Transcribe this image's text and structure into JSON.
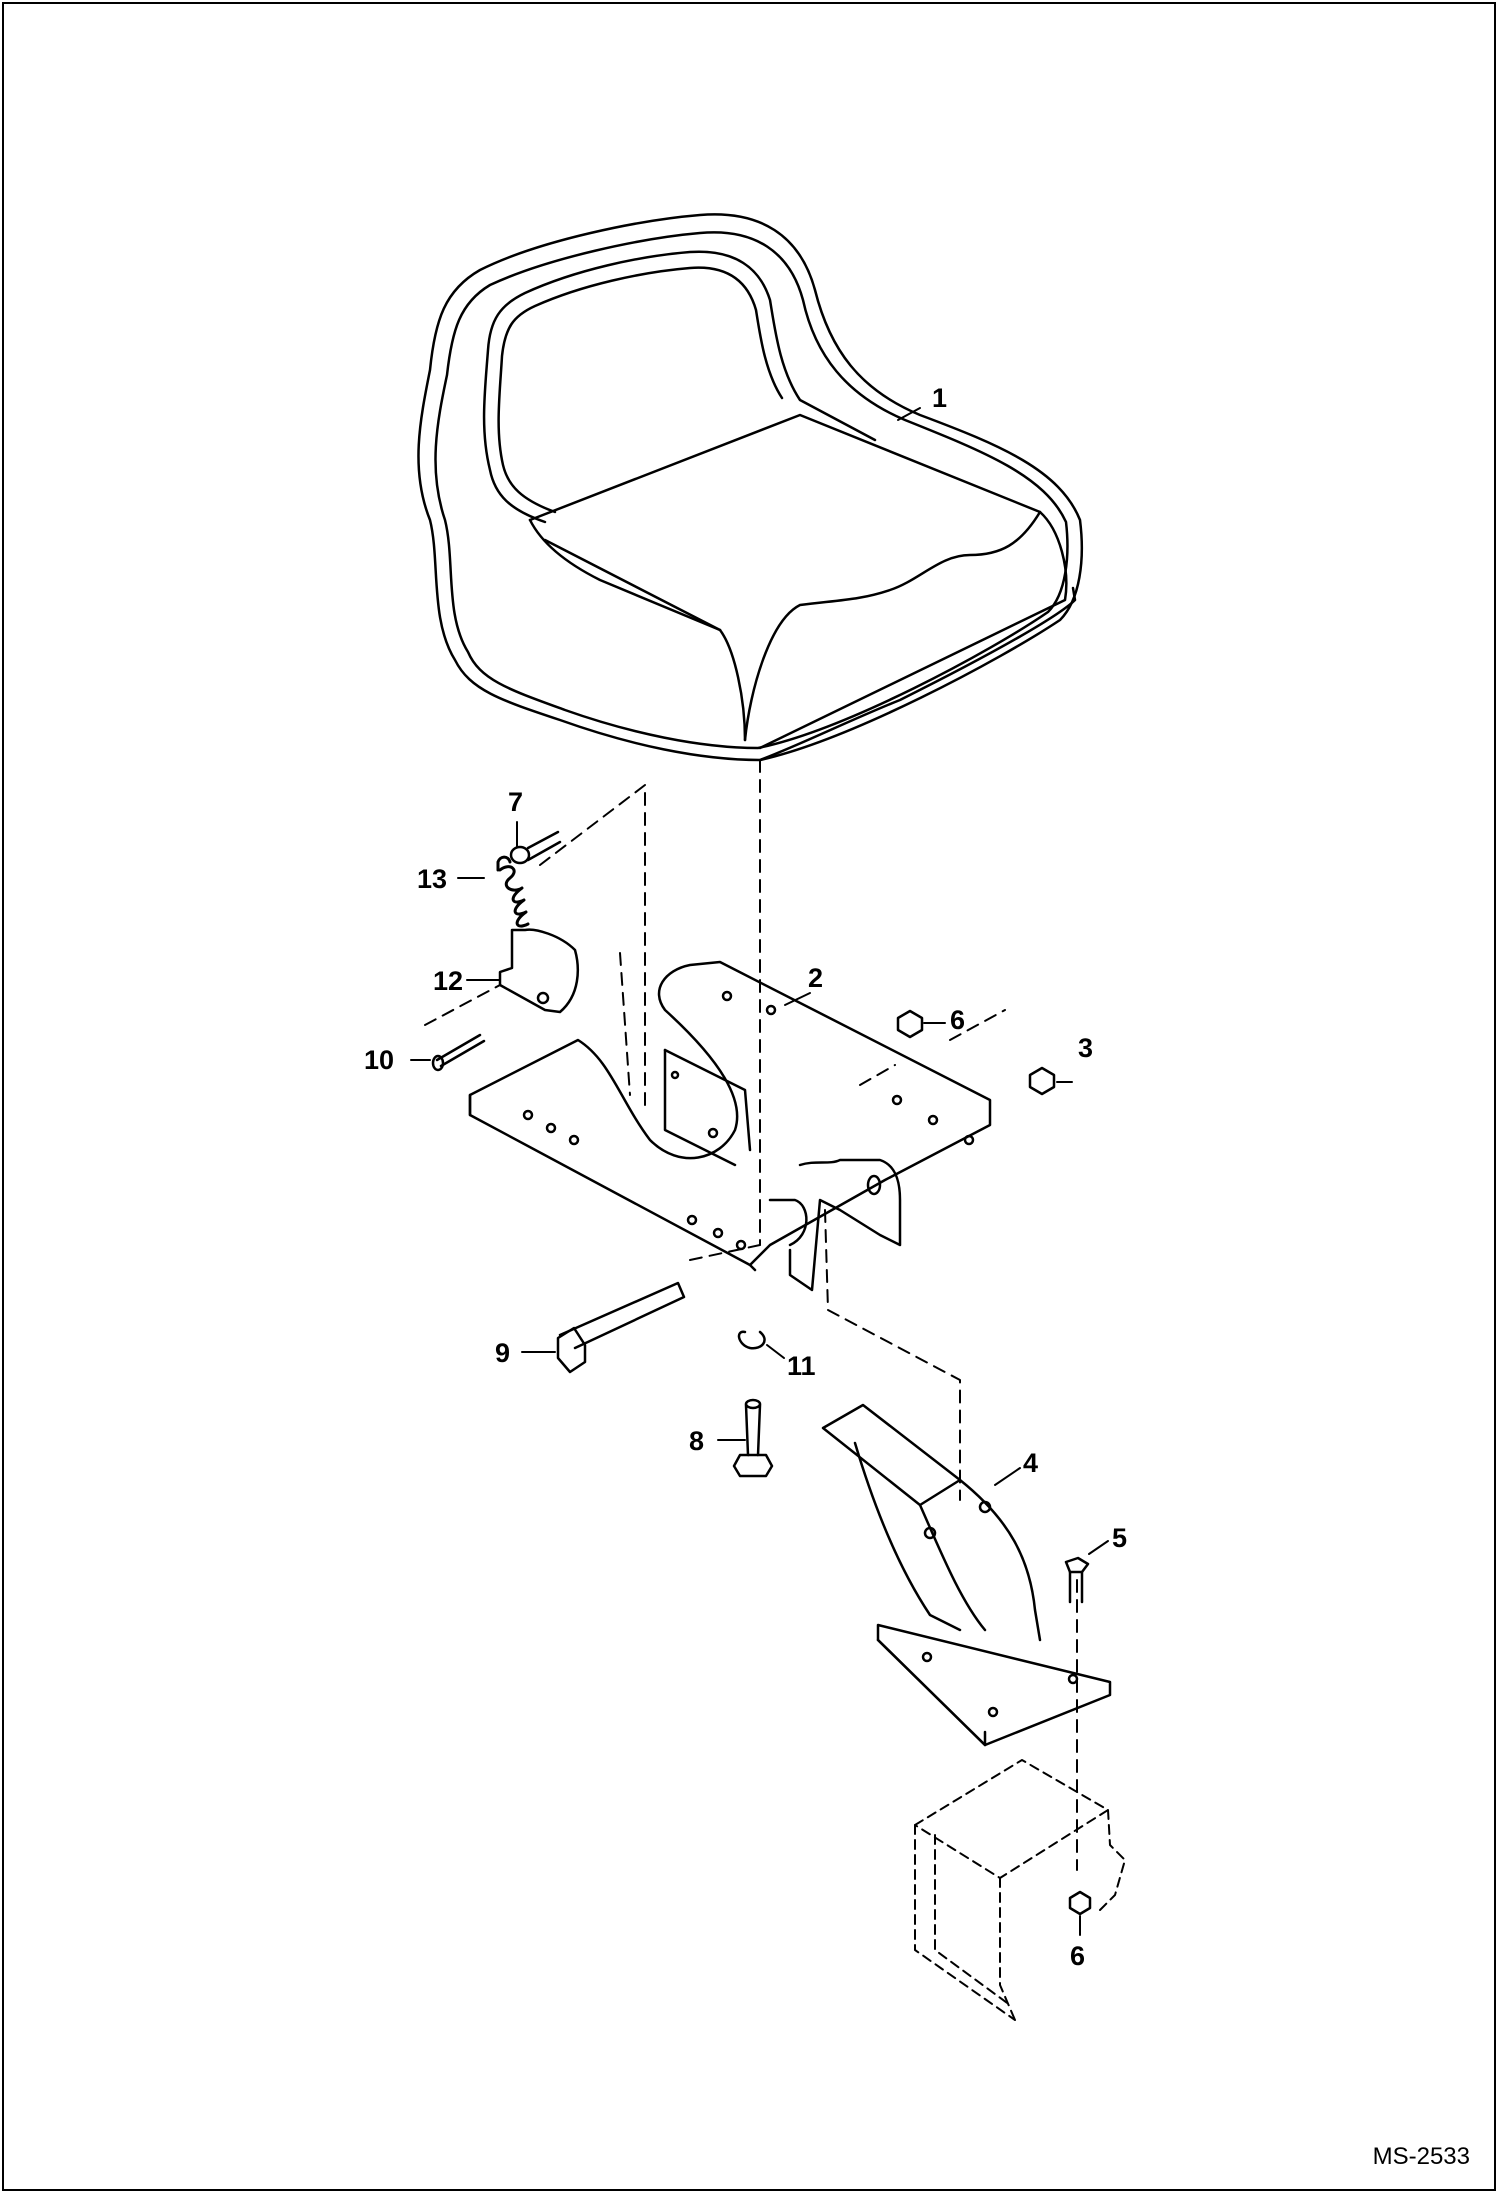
{
  "diagram": {
    "doc_id": "MS-2533",
    "callouts": [
      "1",
      "2",
      "3",
      "4",
      "5",
      "6",
      "6",
      "7",
      "8",
      "9",
      "10",
      "11",
      "12",
      "13"
    ]
  },
  "colors": {
    "line": "#000000",
    "background": "#ffffff"
  }
}
